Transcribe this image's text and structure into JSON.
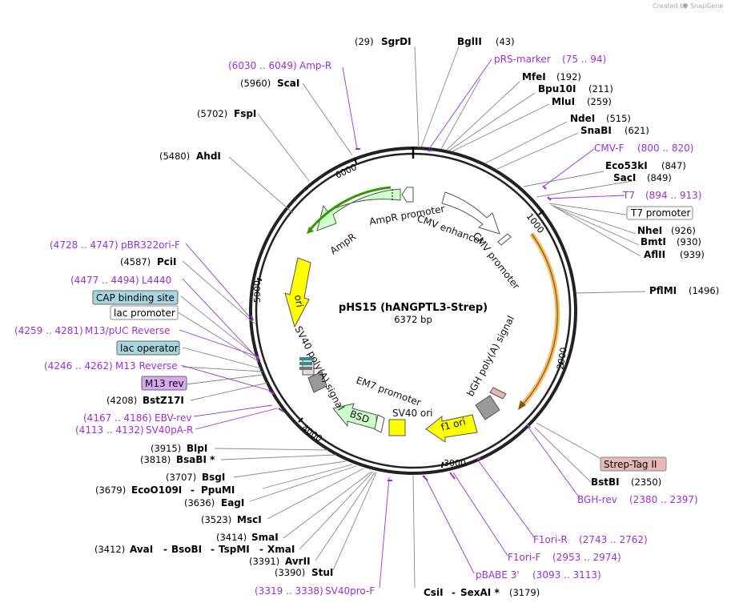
{
  "credit": {
    "prefix": "Created by",
    "brand": "SnapGene"
  },
  "plasmid": {
    "name": "pHS15 (hANGPTL3-Strep)",
    "size": "6372 bp"
  },
  "ticks": [
    "1000",
    "2000",
    "3000",
    "4000",
    "5000",
    "6000"
  ],
  "sites": [
    {
      "pos": "(29)",
      "name": "SgrDI"
    },
    {
      "name": "BglII",
      "pos": "(43)"
    },
    {
      "name": "pRS-marker",
      "range": "(75 .. 94)"
    },
    {
      "name": "MfeI",
      "pos": "(192)"
    },
    {
      "name": "Bpu10I",
      "pos": "(211)"
    },
    {
      "name": "MluI",
      "pos": "(259)"
    },
    {
      "name": "NdeI",
      "pos": "(515)"
    },
    {
      "name": "SnaBI",
      "pos": "(621)"
    },
    {
      "name": "CMV-F",
      "range": "(800 .. 820)"
    },
    {
      "name": "Eco53kI",
      "pos": "(847)"
    },
    {
      "name": "SacI",
      "pos": "(849)"
    },
    {
      "name": "T7",
      "range": "(894 .. 913)"
    },
    {
      "name": "T7 promoter"
    },
    {
      "name": "NheI",
      "pos": "(926)"
    },
    {
      "name": "BmtI",
      "pos": "(930)"
    },
    {
      "name": "AflII",
      "pos": "(939)"
    },
    {
      "name": "PflMI",
      "pos": "(1496)"
    },
    {
      "name": "Strep-Tag II"
    },
    {
      "name": "BstBI",
      "pos": "(2350)"
    },
    {
      "name": "BGH-rev",
      "range": "(2380 .. 2397)"
    },
    {
      "name": "F1ori-R",
      "range": "(2743 .. 2762)"
    },
    {
      "name": "F1ori-F",
      "range": "(2953 .. 2974)"
    },
    {
      "name": "pBABE 3'",
      "range": "(3093 .. 3113)"
    },
    {
      "name": "CsiI",
      "sep": "-",
      "name2": "SexAI *",
      "pos": "(3179)"
    },
    {
      "name": "SV40pro-F",
      "range": "(3319 .. 3338)"
    },
    {
      "pos": "(3390)",
      "name": "StuI"
    },
    {
      "pos": "(3391)",
      "name": "AvrII"
    },
    {
      "pos": "(3412)",
      "name": "AvaI",
      "sep": "-",
      "name2": "BsoBI",
      "sep2": "-",
      "name3": "TspMI",
      "sep3": "-",
      "name4": "XmaI"
    },
    {
      "pos": "(3414)",
      "name": "SmaI"
    },
    {
      "pos": "(3523)",
      "name": "MscI"
    },
    {
      "pos": "(3636)",
      "name": "EagI"
    },
    {
      "pos": "(3679)",
      "name": "EcoO109I",
      "sep": "-",
      "name2": "PpuMI"
    },
    {
      "pos": "(3707)",
      "name": "BsgI"
    },
    {
      "pos": "(3818)",
      "name": "BsaBI *"
    },
    {
      "pos": "(3915)",
      "name": "BlpI"
    },
    {
      "range": "(4113 .. 4132)",
      "name": "SV40pA-R"
    },
    {
      "range": "(4167 .. 4186)",
      "name": "EBV-rev"
    },
    {
      "pos": "(4208)",
      "name": "BstZ17I"
    },
    {
      "name": "M13 rev"
    },
    {
      "range": "(4246 .. 4262)",
      "name": "M13 Reverse"
    },
    {
      "name": "lac operator"
    },
    {
      "range": "(4259 .. 4281)",
      "name": "M13/pUC Reverse"
    },
    {
      "name": "lac promoter"
    },
    {
      "name": "CAP binding site"
    },
    {
      "range": "(4477 .. 4494)",
      "name": "L4440"
    },
    {
      "pos": "(4587)",
      "name": "PciI"
    },
    {
      "range": "(4728 .. 4747)",
      "name": "pBR322ori-F"
    },
    {
      "pos": "(5480)",
      "name": "AhdI"
    },
    {
      "pos": "(5702)",
      "name": "FspI"
    },
    {
      "pos": "(5960)",
      "name": "ScaI"
    },
    {
      "range": "(6030 .. 6049)",
      "name": "Amp-R"
    }
  ],
  "features": {
    "ampr_promoter": "AmpR promoter",
    "cmv_enhancer": "CMV enhancer",
    "cmv_promoter": "CMV promoter",
    "ampr": "AmpR",
    "ori": "ori",
    "sv40_polya": "SV40 poly(A) signal",
    "em7": "EM7 promoter",
    "bsd": "BSD",
    "sv40_ori": "SV40 ori",
    "f1_ori": "f1 ori",
    "bgh_polya": "bGH poly(A) signal"
  },
  "colors": {
    "purple": "#9b30d9",
    "yellow": "#ffff00",
    "green_light": "#ccffcc",
    "orange": "#f0b050",
    "dark_green": "#339900",
    "cyan_box": "#a8d6e0",
    "violet_box": "#d9a8f0",
    "pink_box": "#e8b8b8"
  }
}
